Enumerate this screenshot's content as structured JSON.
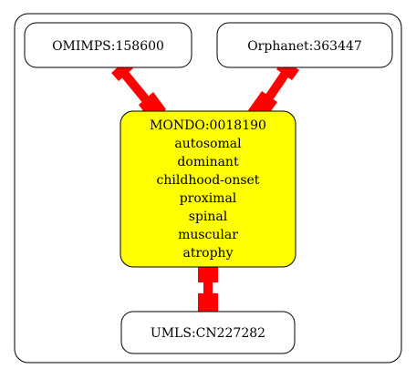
{
  "colors": {
    "background": "#ffffff",
    "cluster_stroke": "#000000",
    "node_fill": "#ffffff",
    "central_fill": "#ffff00",
    "node_stroke": "#000000",
    "edge_color": "#ff0000",
    "text": "#000000"
  },
  "nodes": {
    "omimps": {
      "label": "OMIMPS:158600"
    },
    "orphanet": {
      "label": "Orphanet:363447"
    },
    "mondo": {
      "lines": [
        "MONDO:0018190",
        "autosomal",
        "dominant",
        "childhood-onset",
        "proximal",
        "spinal",
        "muscular",
        "atrophy"
      ]
    },
    "umls": {
      "label": "UMLS:CN227282"
    }
  },
  "edges": [
    {
      "from": "omimps",
      "to": "mondo"
    },
    {
      "from": "orphanet",
      "to": "mondo"
    },
    {
      "from": "mondo",
      "to": "umls"
    }
  ]
}
